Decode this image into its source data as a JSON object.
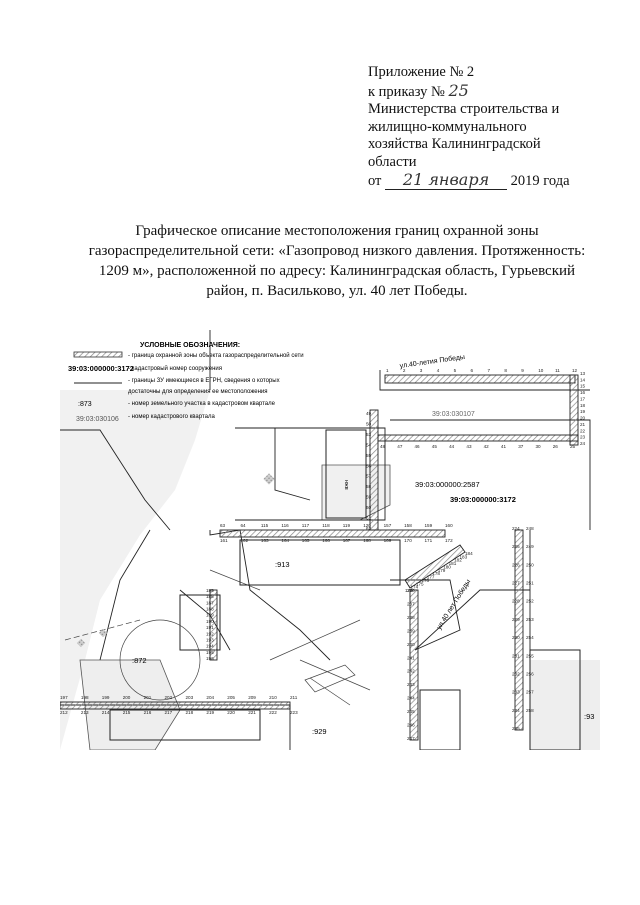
{
  "appendix": {
    "line1": "Приложение № 2",
    "line2_prefix": "к приказу №",
    "order_no": "25",
    "line3": "Министерства строительства и",
    "line4": "жилищно-коммунального",
    "line5": "хозяйства Калининградской",
    "line6": "области",
    "date_prefix": "от",
    "date_hand": "21 января",
    "date_suffix": "2019 года"
  },
  "heading": {
    "line1": "Графическое описание местоположения границ охранной зоны",
    "line2": "газораспределительной сети: «Газопровод низкого давления. Протяженность:",
    "line3": "1209 м», расположенной по адресу: Калининградская область, Гурьевский",
    "line4": "район, п. Васильково, ул. 40 лет Победы."
  },
  "legend": {
    "title": "УСЛОВНЫЕ ОБОЗНАЧЕНИЯ:",
    "items": [
      {
        "sample": "",
        "text": "- граница охранной зоны объекта газораспределительной сети"
      },
      {
        "sample": "39:03:000000:3172",
        "text": "- кадастровый номер сооружения"
      },
      {
        "sample": "",
        "text": "- границы ЗУ имеющиеся в ЕГРН, сведения о которых"
      },
      {
        "sample": "",
        "text": "достаточны для определения ее местоположения"
      },
      {
        "sample": ":873",
        "text": "- номер земельного участка в кадастровом квартале"
      },
      {
        "sample": "39:03:030106",
        "text": "- номер кадастрового квартала"
      }
    ]
  },
  "map": {
    "streets": [
      "ул.40-летия Победы",
      "ул.40 лет Победы"
    ],
    "quarter": "39:03:030107",
    "parcel_labels": [
      "39:03:000000:2587",
      "39:03:000000:3172",
      ":913",
      ":872",
      ":929",
      ":93"
    ],
    "building_label": "нжв",
    "point_labels": [
      {
        "t": "1"
      },
      {
        "t": "2"
      },
      {
        "t": "3"
      },
      {
        "t": "4"
      },
      {
        "t": "5"
      },
      {
        "t": "6"
      },
      {
        "t": "7"
      },
      {
        "t": "8"
      },
      {
        "t": "9"
      },
      {
        "t": "10"
      },
      {
        "t": "11"
      },
      {
        "t": "12"
      },
      {
        "t": "13"
      },
      {
        "t": "14"
      },
      {
        "t": "15"
      },
      {
        "t": "16"
      },
      {
        "t": "17"
      },
      {
        "t": "18"
      },
      {
        "t": "19"
      },
      {
        "t": "20"
      },
      {
        "t": "21"
      },
      {
        "t": "22"
      },
      {
        "t": "23"
      },
      {
        "t": "24"
      },
      {
        "t": "25"
      },
      {
        "t": "26"
      },
      {
        "t": "30"
      },
      {
        "t": "37"
      },
      {
        "t": "41"
      },
      {
        "t": "42"
      },
      {
        "t": "43"
      },
      {
        "t": "44"
      },
      {
        "t": "45"
      },
      {
        "t": "46"
      },
      {
        "t": "47"
      },
      {
        "t": "48"
      },
      {
        "t": "49"
      },
      {
        "t": "50"
      },
      {
        "t": "53"
      },
      {
        "t": "54"
      },
      {
        "t": "55"
      },
      {
        "t": "56"
      },
      {
        "t": "57"
      },
      {
        "t": "58"
      },
      {
        "t": "59"
      },
      {
        "t": "60"
      },
      {
        "t": "61"
      },
      {
        "t": "62"
      },
      {
        "t": "63"
      },
      {
        "t": "64"
      },
      {
        "t": "115"
      },
      {
        "t": "116"
      },
      {
        "t": "117"
      },
      {
        "t": "118"
      },
      {
        "t": "119"
      },
      {
        "t": "120"
      },
      {
        "t": "157"
      },
      {
        "t": "158"
      },
      {
        "t": "159"
      },
      {
        "t": "160"
      },
      {
        "t": "161"
      },
      {
        "t": "162"
      },
      {
        "t": "163"
      },
      {
        "t": "164"
      },
      {
        "t": "165"
      },
      {
        "t": "166"
      },
      {
        "t": "167"
      },
      {
        "t": "168"
      },
      {
        "t": "169"
      },
      {
        "t": "170"
      },
      {
        "t": "171"
      },
      {
        "t": "172"
      },
      {
        "t": "173"
      },
      {
        "t": "174"
      },
      {
        "t": "175"
      },
      {
        "t": "176"
      },
      {
        "t": "177"
      },
      {
        "t": "178"
      },
      {
        "t": "179"
      },
      {
        "t": "180"
      },
      {
        "t": "181"
      },
      {
        "t": "182"
      },
      {
        "t": "183"
      },
      {
        "t": "184"
      },
      {
        "t": "185"
      },
      {
        "t": "186"
      },
      {
        "t": "187"
      },
      {
        "t": "188"
      },
      {
        "t": "189"
      },
      {
        "t": "190"
      },
      {
        "t": "191"
      },
      {
        "t": "192"
      },
      {
        "t": "193"
      },
      {
        "t": "194"
      },
      {
        "t": "195"
      },
      {
        "t": "196"
      },
      {
        "t": "197"
      },
      {
        "t": "198"
      },
      {
        "t": "199"
      },
      {
        "t": "200"
      },
      {
        "t": "201"
      },
      {
        "t": "202"
      },
      {
        "t": "203"
      },
      {
        "t": "204"
      },
      {
        "t": "205"
      },
      {
        "t": "209"
      },
      {
        "t": "210"
      },
      {
        "t": "211"
      },
      {
        "t": "212"
      },
      {
        "t": "213"
      },
      {
        "t": "214"
      },
      {
        "t": "215"
      },
      {
        "t": "216"
      },
      {
        "t": "217"
      },
      {
        "t": "218"
      },
      {
        "t": "219"
      },
      {
        "t": "220"
      },
      {
        "t": "221"
      },
      {
        "t": "222"
      },
      {
        "t": "223"
      },
      {
        "t": "224"
      },
      {
        "t": "225"
      },
      {
        "t": "226"
      },
      {
        "t": "227"
      },
      {
        "t": "228"
      },
      {
        "t": "229"
      },
      {
        "t": "230"
      },
      {
        "t": "231"
      },
      {
        "t": "232"
      },
      {
        "t": "233"
      },
      {
        "t": "234"
      },
      {
        "t": "235"
      },
      {
        "t": "236"
      },
      {
        "t": "237"
      },
      {
        "t": "238"
      },
      {
        "t": "239"
      },
      {
        "t": "240"
      },
      {
        "t": "241"
      },
      {
        "t": "242"
      },
      {
        "t": "243"
      },
      {
        "t": "244"
      },
      {
        "t": "245"
      },
      {
        "t": "246"
      },
      {
        "t": "247"
      },
      {
        "t": "248"
      },
      {
        "t": "249"
      },
      {
        "t": "250"
      },
      {
        "t": "251"
      },
      {
        "t": "252"
      },
      {
        "t": "253"
      },
      {
        "t": "254"
      },
      {
        "t": "255"
      },
      {
        "t": "256"
      },
      {
        "t": "257"
      },
      {
        "t": "258"
      }
    ]
  }
}
